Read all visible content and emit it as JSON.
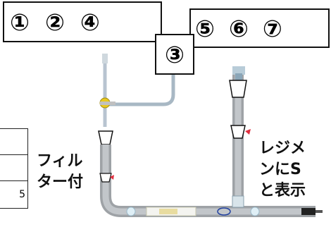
{
  "markers_group_1": [
    "①",
    "②",
    "④"
  ],
  "markers_group_2": [
    "⑤",
    "⑥",
    "⑦"
  ],
  "marker_center": "③",
  "filter_label": [
    "フィル",
    "ター付"
  ],
  "regimen_label": [
    "レジメ",
    "ンにS",
    "と表示"
  ],
  "table_fragment": [
    "",
    "",
    "5"
  ]
}
